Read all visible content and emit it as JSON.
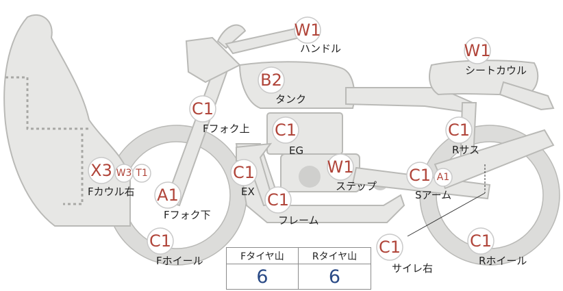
{
  "parts": [
    {
      "key": "handle",
      "code": "W1",
      "label": "ハンドル"
    },
    {
      "key": "seatcowl",
      "code": "W1",
      "label": "シートカウル"
    },
    {
      "key": "tank",
      "code": "B2",
      "label": "タンク"
    },
    {
      "key": "ffork_upper",
      "code": "C1",
      "label": "Fフォク上"
    },
    {
      "key": "rsus",
      "code": "C1",
      "label": "Rサス"
    },
    {
      "key": "engine",
      "code": "C1",
      "label": "EG"
    },
    {
      "key": "fcowl_right",
      "codes": [
        "X3",
        "W3",
        "T1"
      ],
      "label": "Fカウル右"
    },
    {
      "key": "exhaust",
      "code": "C1",
      "label": "EX"
    },
    {
      "key": "step",
      "code": "W1",
      "label": "ステップ"
    },
    {
      "key": "sarm",
      "codes": [
        "C1",
        "A1"
      ],
      "label": "Sアーム"
    },
    {
      "key": "ffork_lower",
      "code": "A1",
      "label": "Fフォク下"
    },
    {
      "key": "frame",
      "code": "C1",
      "label": "フレーム"
    },
    {
      "key": "fwheel",
      "code": "C1",
      "label": "Fホイール"
    },
    {
      "key": "silencer_right",
      "code": "C1",
      "label": "サイレ右"
    },
    {
      "key": "rwheel",
      "code": "C1",
      "label": "Rホイール"
    }
  ],
  "tread": {
    "front_header": "Fタイヤ山",
    "rear_header": "Rタイヤ山",
    "front_value": "6",
    "rear_value": "6"
  }
}
